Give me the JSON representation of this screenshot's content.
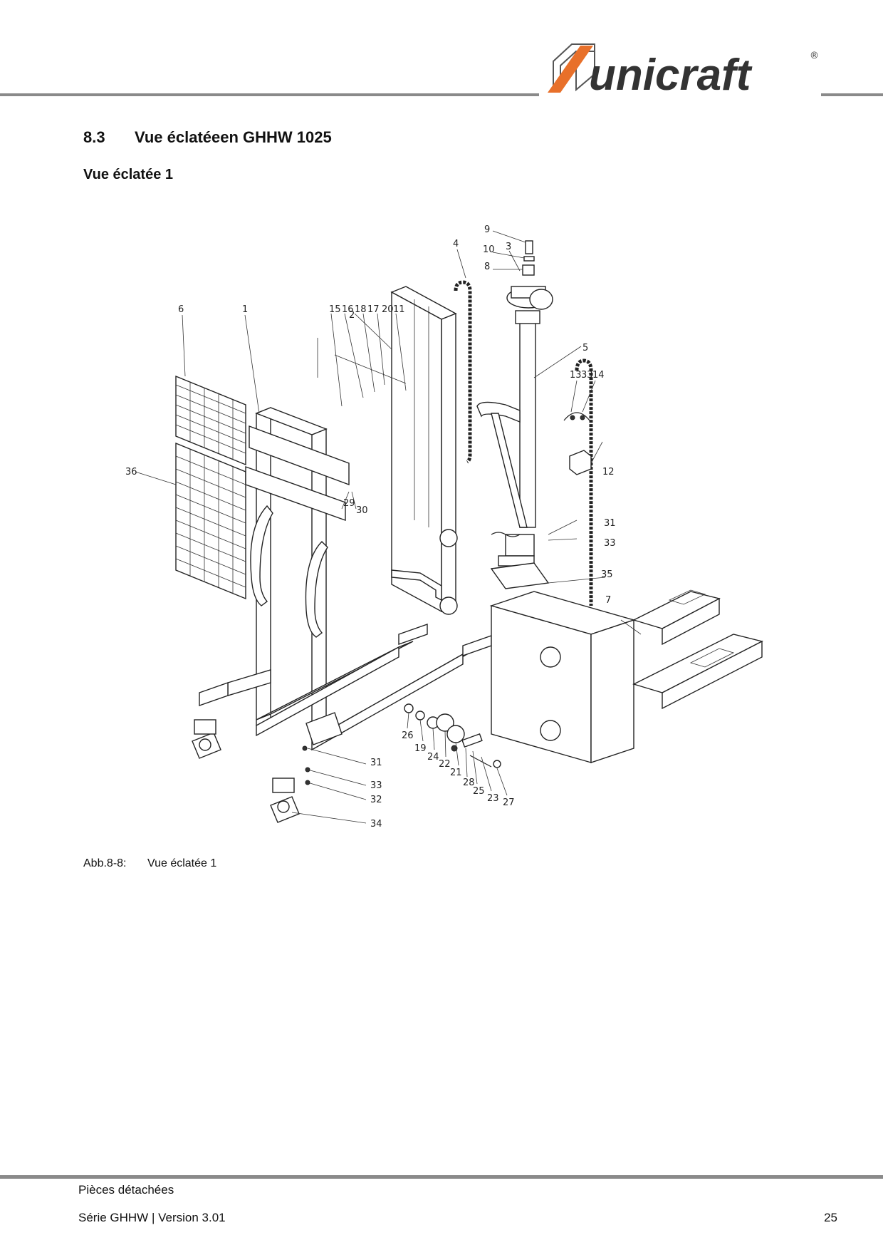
{
  "header": {
    "brand": "unicraft",
    "brand_color": "#333333",
    "accent_color": "#e8702a"
  },
  "section": {
    "number": "8.3",
    "title": "Vue éclatéeen GHHW 1025"
  },
  "subtitle": "Vue éclatée 1",
  "figure": {
    "callouts": [
      "1",
      "2",
      "3",
      "4",
      "5",
      "6",
      "7",
      "8",
      "9",
      "10",
      "11",
      "12",
      "13",
      "14",
      "15",
      "16",
      "17",
      "18",
      "19",
      "20",
      "21",
      "22",
      "23",
      "24",
      "25",
      "26",
      "27",
      "28",
      "29",
      "30",
      "31",
      "32",
      "33",
      "34",
      "35",
      "36"
    ]
  },
  "caption": {
    "figure_no": "Abb.8-8:",
    "text": "Vue éclatée 1"
  },
  "footer": {
    "section": "Pièces détachées",
    "series": "Série GHHW |  Version 3.01",
    "page": "25"
  }
}
